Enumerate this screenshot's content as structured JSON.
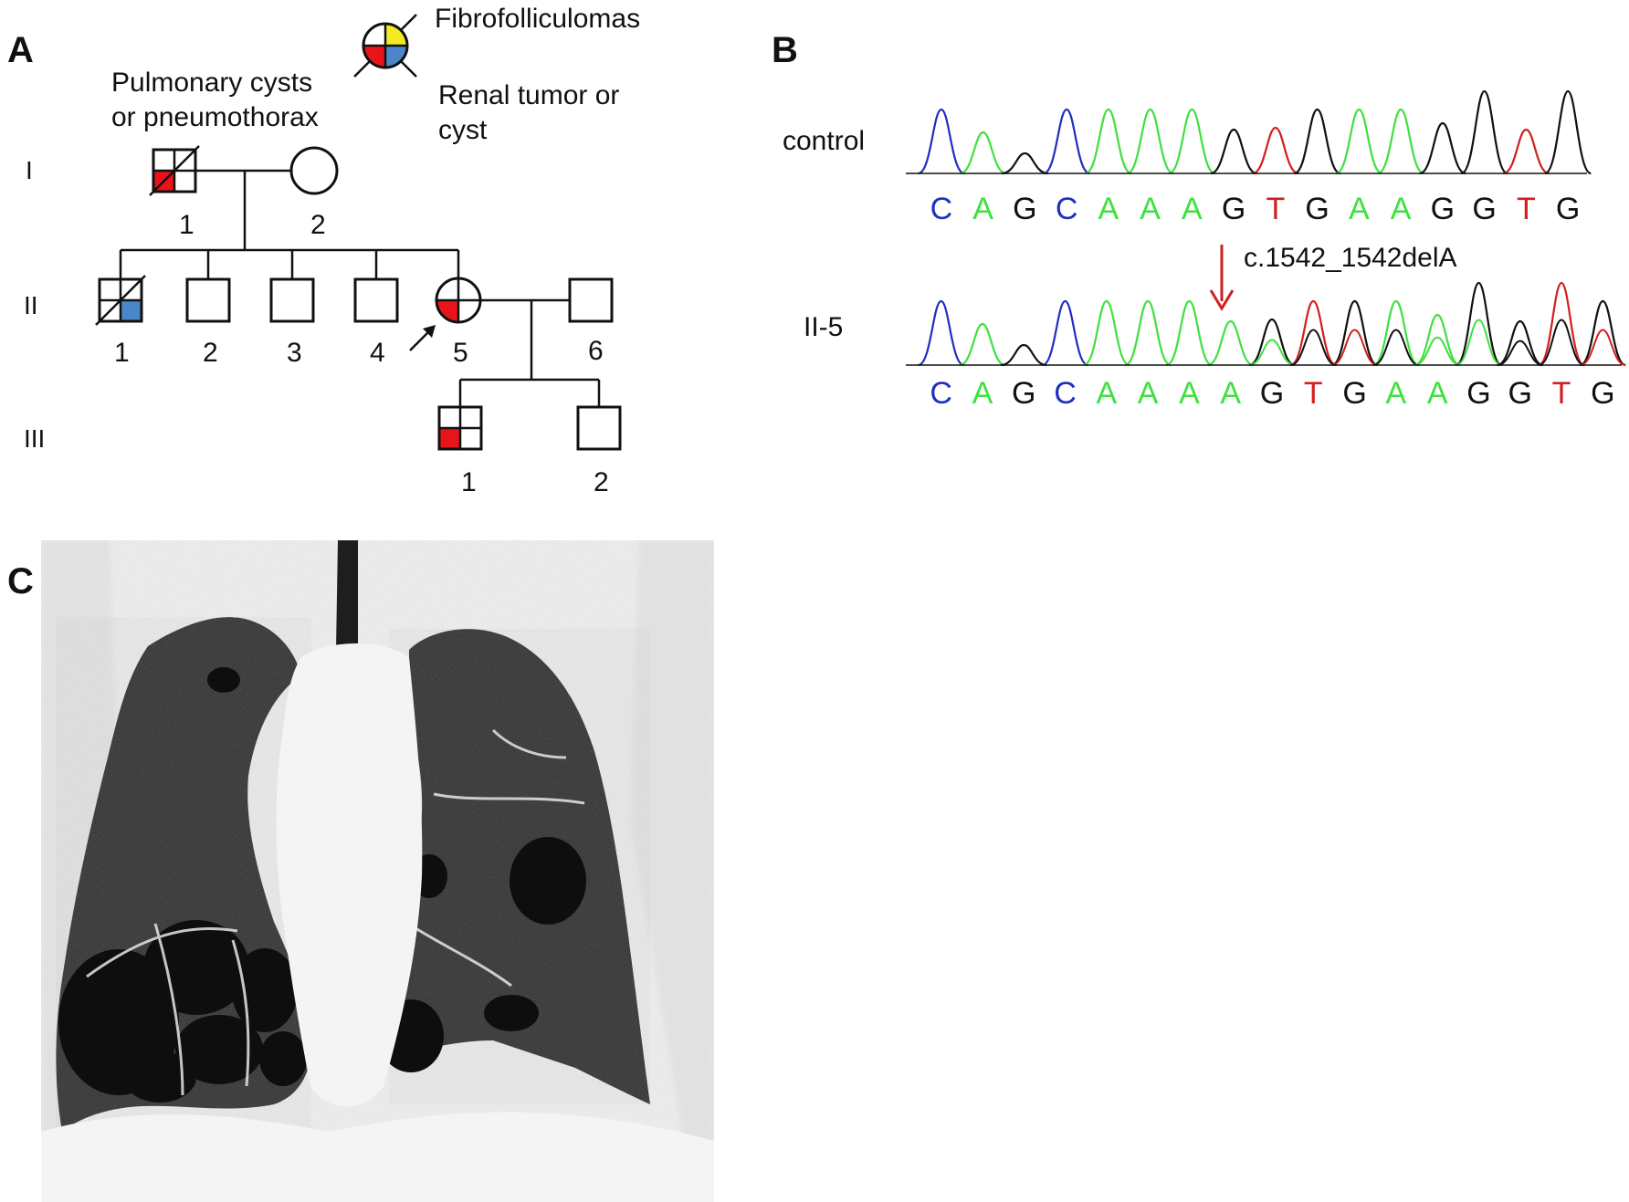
{
  "colors": {
    "pulmonary": "#e8141b",
    "fibrofolliculomas": "#f2ea24",
    "renal": "#4a86c8",
    "base_A": "#3fe03f",
    "base_C": "#1f2fbf",
    "base_G": "#111111",
    "base_T": "#d21e1e",
    "mutation_arrow": "#d21e1e"
  },
  "panels": {
    "a": "A",
    "b": "B",
    "c": "C"
  },
  "legend": {
    "fibrofolliculomas": "Fibrofolliculomas",
    "pulmonary_line1": "Pulmonary cysts",
    "pulmonary_line2": "or pneumothorax",
    "renal_line1": "Renal tumor  or",
    "renal_line2": "cyst"
  },
  "pedigree": {
    "generations": [
      "I",
      "II",
      "III"
    ],
    "individuals": [
      {
        "id": "I-1",
        "label": "1",
        "sex": "male",
        "deceased": true,
        "traits": [
          "pulmonary"
        ]
      },
      {
        "id": "I-2",
        "label": "2",
        "sex": "female",
        "deceased": false,
        "traits": []
      },
      {
        "id": "II-1",
        "label": "1",
        "sex": "male",
        "deceased": true,
        "traits": [
          "renal"
        ]
      },
      {
        "id": "II-2",
        "label": "2",
        "sex": "male",
        "deceased": false,
        "traits": []
      },
      {
        "id": "II-3",
        "label": "3",
        "sex": "male",
        "deceased": false,
        "traits": []
      },
      {
        "id": "II-4",
        "label": "4",
        "sex": "male",
        "deceased": false,
        "traits": []
      },
      {
        "id": "II-5",
        "label": "5",
        "sex": "female",
        "deceased": false,
        "traits": [
          "pulmonary"
        ],
        "proband": true
      },
      {
        "id": "II-6",
        "label": "6",
        "sex": "male",
        "deceased": false,
        "traits": []
      },
      {
        "id": "III-1",
        "label": "1",
        "sex": "male",
        "deceased": false,
        "traits": [
          "pulmonary"
        ]
      },
      {
        "id": "III-2",
        "label": "2",
        "sex": "male",
        "deceased": false,
        "traits": []
      }
    ]
  },
  "chromatogram": {
    "control_label": "control",
    "sample_label": "II-5",
    "mutation_label": "c.1542_1542delA",
    "control_sequence": [
      "C",
      "A",
      "G",
      "C",
      "A",
      "A",
      "A",
      "G",
      "T",
      "G",
      "A",
      "A",
      "G",
      "G",
      "T",
      "G"
    ],
    "sample_sequence": [
      "C",
      "A",
      "G",
      "C",
      "A",
      "A",
      "A",
      "A",
      "G",
      "T",
      "G",
      "A",
      "A",
      "G",
      "G",
      "T",
      "G"
    ]
  },
  "ct_image": {
    "name": "coronal chest CT with multiple lower-lobe cysts"
  }
}
